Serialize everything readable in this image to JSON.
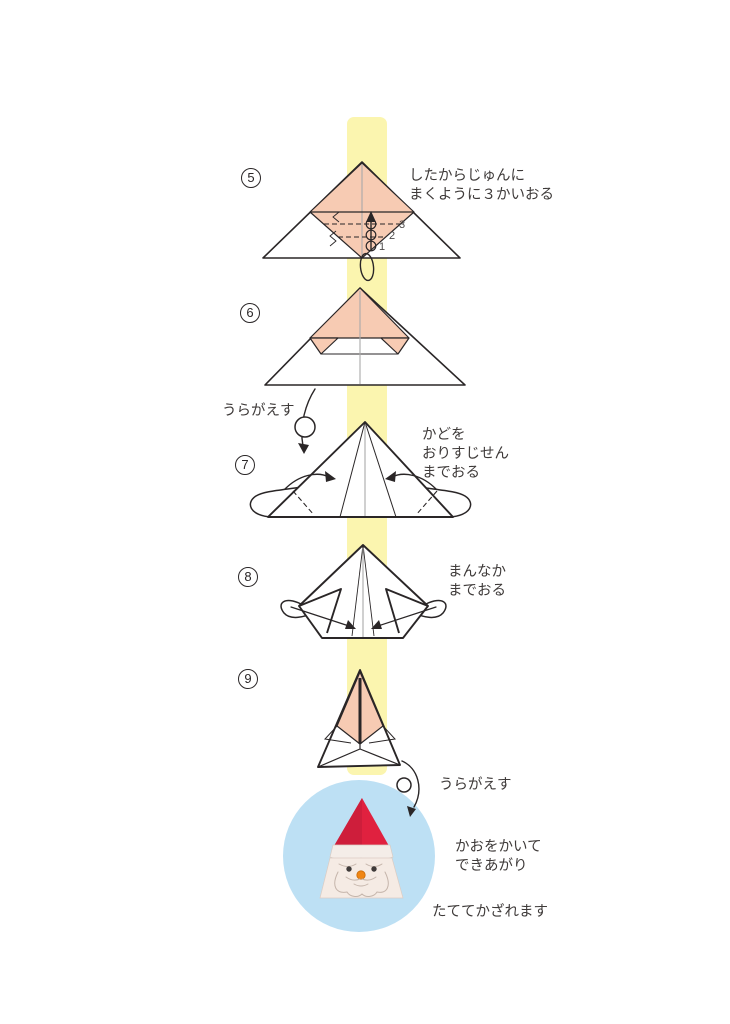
{
  "steps": [
    {
      "number": "5",
      "instruction_lines": [
        "したからじゅんに",
        "まくように３かいおる"
      ],
      "fold_order": [
        "1",
        "2",
        "3"
      ]
    },
    {
      "number": "6",
      "instruction_lines": []
    },
    {
      "number": "7",
      "instruction_lines": [
        "かどを",
        "おりすじせん",
        "までおる"
      ]
    },
    {
      "number": "8",
      "instruction_lines": [
        "まんなか",
        "までおる"
      ]
    },
    {
      "number": "9",
      "instruction_lines": []
    }
  ],
  "flips": [
    {
      "label": "うらがえす"
    },
    {
      "label": "うらがえす"
    }
  ],
  "finish": {
    "lines": [
      "かおをかいて",
      "できあがり"
    ],
    "stand_note": "たててかざれます"
  },
  "colors": {
    "paper_pink": "#F7CBB3",
    "stripe_yellow": "#FBF5AF",
    "circle_blue": "#BDE0F4",
    "hat_red": "#E0213F",
    "hat_red_dark": "#CE1E3B",
    "beard_white": "#F4EDE8",
    "face": "#F5EBE4",
    "nose_orange": "#F08614",
    "line_dark": "#2A2627"
  }
}
